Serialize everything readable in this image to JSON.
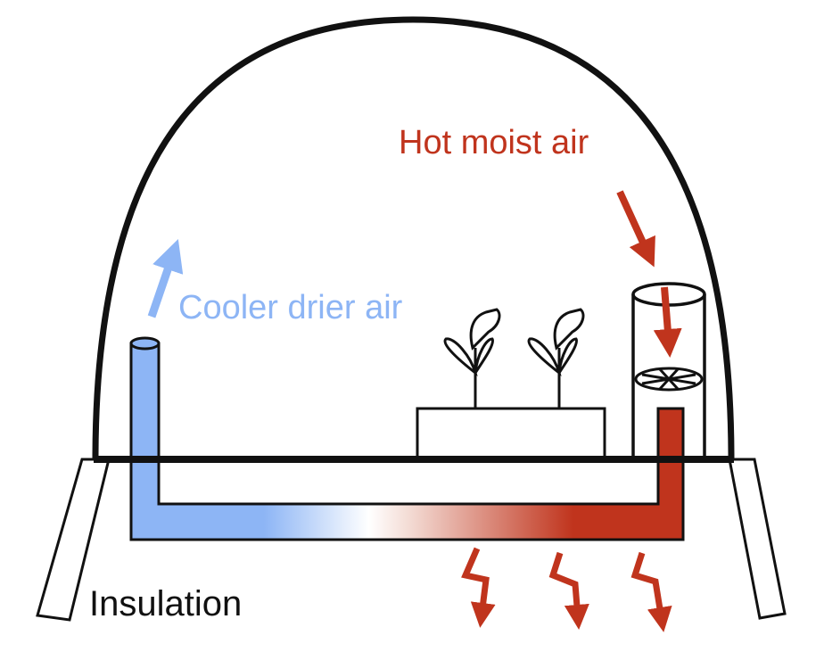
{
  "labels": {
    "hot": "Hot moist air",
    "cool": "Cooler drier air",
    "insulation": "Insulation"
  },
  "colors": {
    "hot": "#c0341d",
    "cool": "#8db5f5",
    "outline": "#111111"
  },
  "icons": [
    "dome-icon",
    "pipe-icon",
    "fan-icon",
    "plant-icon",
    "heat-arrow-icon"
  ]
}
